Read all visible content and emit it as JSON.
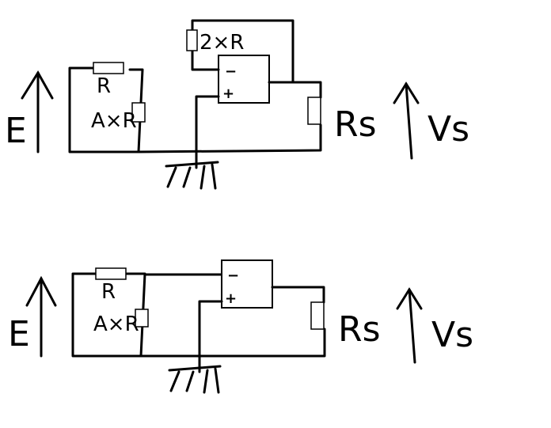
{
  "top_circuit": {
    "source_label": "E",
    "series_resistor_label": "R",
    "shunt_resistor_label": "A×R",
    "feedback_resistor_label": "2×R",
    "load_resistor_label": "Rs",
    "output_voltage_label": "Vs",
    "inverting_input": "−",
    "noninverting_input": "+"
  },
  "bottom_circuit": {
    "source_label": "E",
    "series_resistor_label": "R",
    "shunt_resistor_label": "A×R",
    "load_resistor_label": "Rs",
    "output_voltage_label": "Vs",
    "inverting_input": "−",
    "noninverting_input": "+"
  }
}
